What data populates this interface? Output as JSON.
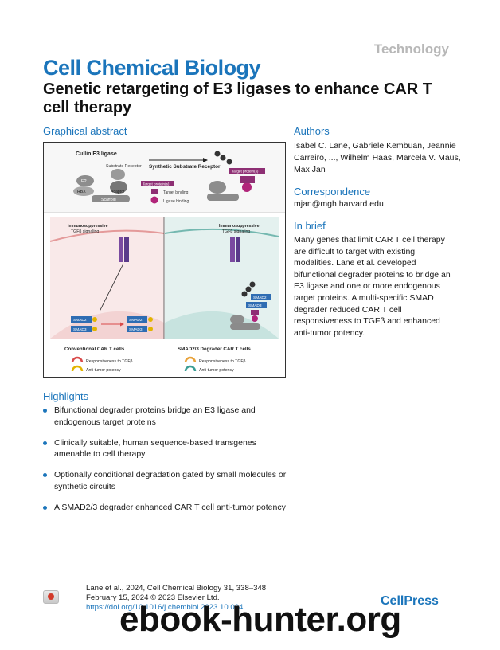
{
  "header": {
    "section": "Technology",
    "journal": "Cell Chemical Biology",
    "title": "Genetic retargeting of E3 ligases to enhance CAR T cell therapy"
  },
  "graphical_abstract": {
    "label": "Graphical abstract",
    "cullin_label": "Cullin E3 ligase",
    "substrate_receptor": "Substrate Receptor",
    "e2": "E2",
    "rbx": "RBX",
    "adaptor": "Adaptor",
    "scaffold": "Scaffold",
    "synthetic_receptor": "Synthetic Substrate Receptor",
    "target_proteins": "Target protein(s)",
    "target_binding": "Target binding",
    "ligase_binding": "Ligase binding",
    "immunosuppressive": "Immunosuppressive",
    "tgfb_signaling": "TGFβ signaling",
    "smad2": "SMAD2",
    "smad3": "SMAD3",
    "conventional": "Conventional CAR T cells",
    "degrader": "SMAD2/3 Degrader CAR T cells",
    "responsiveness": "Responsiveness to TGFβ",
    "antitumor": "Anti-tumor potency",
    "colors": {
      "red": "#d94a4a",
      "teal": "#3a9d94",
      "purple": "#8e2f74",
      "blue": "#2f6db3"
    }
  },
  "authors": {
    "label": "Authors",
    "names": "Isabel C. Lane, Gabriele Kembuan, Jeannie Carreiro, ..., Wilhelm Haas, Marcela V. Maus, Max Jan"
  },
  "correspondence": {
    "label": "Correspondence",
    "email": "mjan@mgh.harvard.edu"
  },
  "brief": {
    "label": "In brief",
    "text": "Many genes that limit CAR T cell therapy are difficult to target with existing modalities. Lane et al. developed bifunctional degrader proteins to bridge an E3 ligase and one or more endogenous target proteins. A multi-specific SMAD degrader reduced CAR T cell responsiveness to TGFβ and enhanced anti-tumor potency."
  },
  "highlights": {
    "label": "Highlights",
    "items": [
      "Bifunctional degrader proteins bridge an E3 ligase and endogenous target proteins",
      "Clinically suitable, human sequence-based transgenes amenable to cell therapy",
      "Optionally conditional degradation gated by small molecules or synthetic circuits",
      "A SMAD2/3 degrader enhanced CAR T cell anti-tumor potency"
    ]
  },
  "footer": {
    "citation_line1": "Lane et al., 2024, Cell Chemical Biology 31, 338–348",
    "citation_line2": "February 15, 2024 © 2023 Elsevier Ltd.",
    "doi": "https://doi.org/10.1016/j.chembiol.2023.10.024",
    "publisher": "CellPress",
    "watermark": "ebook-hunter.org",
    "badge_icon": "check-for-updates-icon"
  }
}
